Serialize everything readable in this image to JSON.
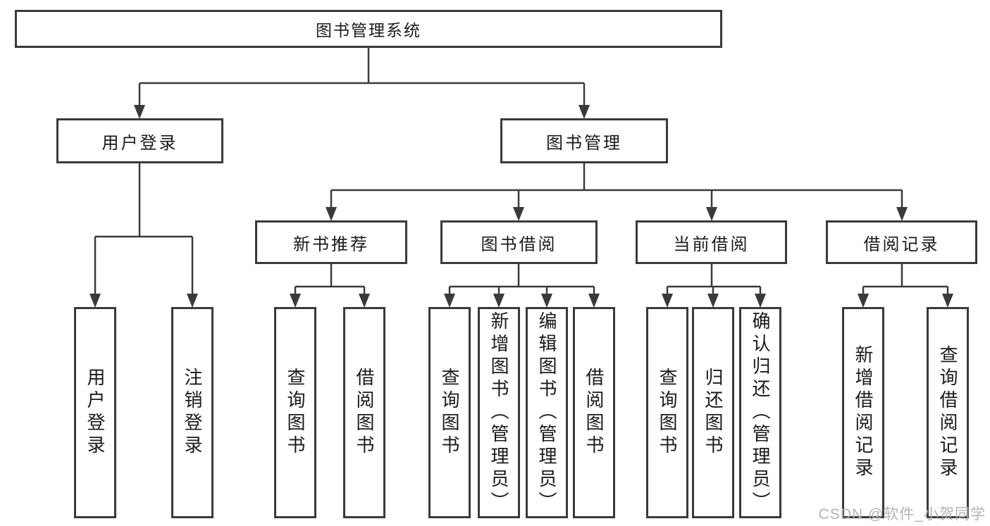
{
  "colors": {
    "line": "#3a3a3a",
    "text": "#1a1a1a",
    "watermark": "#b3b3b3"
  },
  "watermark": "CSDN @软件_小贺同学",
  "tree": {
    "label": "图书管理系统",
    "children": [
      {
        "label": "用户登录",
        "children": [
          {
            "label": "用户登录"
          },
          {
            "label": "注销登录"
          }
        ]
      },
      {
        "label": "图书管理",
        "children": [
          {
            "label": "新书推荐",
            "children": [
              {
                "label": "查询图书"
              },
              {
                "label": "借阅图书"
              }
            ]
          },
          {
            "label": "图书借阅",
            "children": [
              {
                "label": "查询图书"
              },
              {
                "label": "新增图书（管理员）"
              },
              {
                "label": "编辑图书（管理员）"
              },
              {
                "label": "借阅图书"
              }
            ]
          },
          {
            "label": "当前借阅",
            "children": [
              {
                "label": "查询图书"
              },
              {
                "label": "归还图书"
              },
              {
                "label": "确认归还（管理员）"
              }
            ]
          },
          {
            "label": "借阅记录",
            "children": [
              {
                "label": "新增借阅记录"
              },
              {
                "label": "查询借阅记录"
              }
            ]
          }
        ]
      }
    ]
  }
}
